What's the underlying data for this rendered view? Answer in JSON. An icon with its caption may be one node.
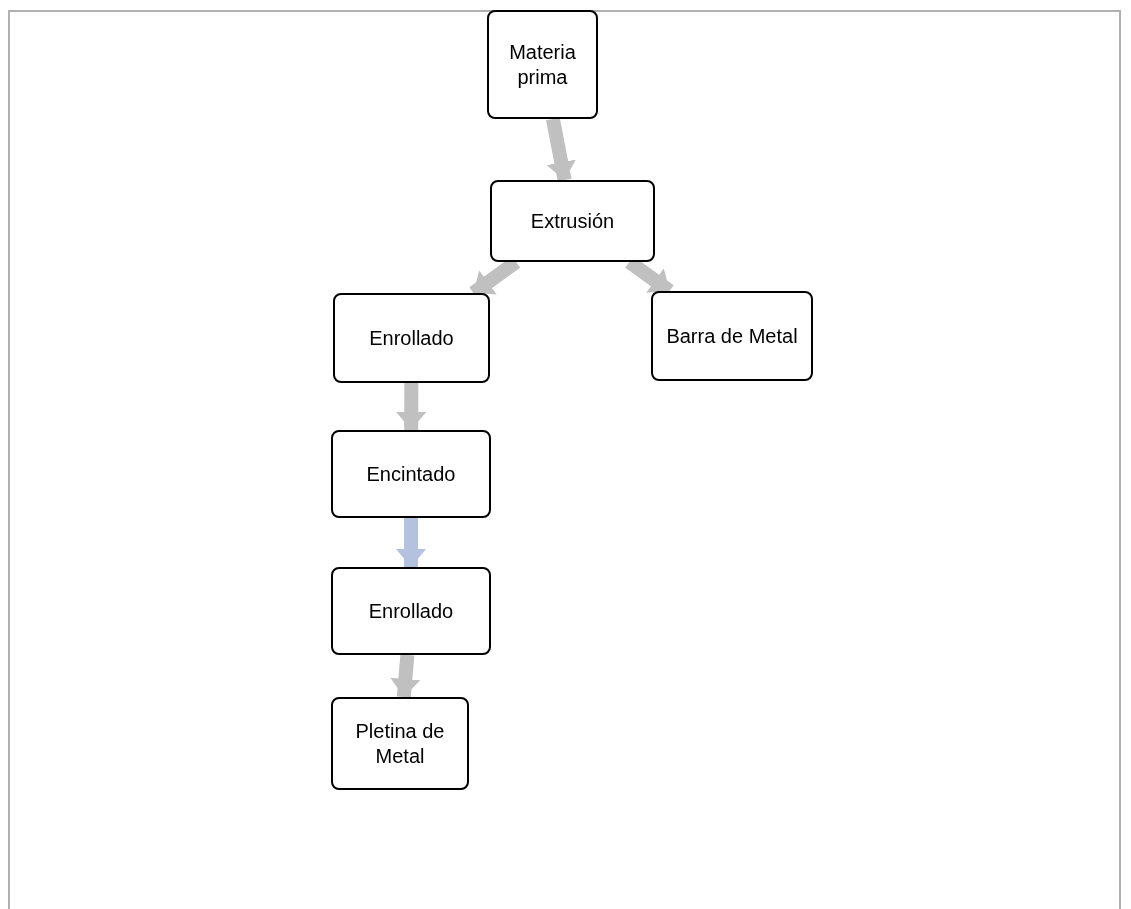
{
  "diagram": {
    "nodes": [
      {
        "text": [
          "Materia prima"
        ]
      },
      {
        "text": [
          "Extrusión"
        ]
      },
      {
        "text": [
          "Enrollado"
        ]
      },
      {
        "text": [
          "Barra de Metal"
        ]
      },
      {
        "text": [
          "Encintado"
        ]
      },
      {
        "text": [
          "Enrollado"
        ]
      },
      {
        "text": [
          "Pletina de Metal"
        ]
      }
    ],
    "edges": [
      {
        "from": 0,
        "to": 1,
        "arrow": "to"
      },
      {
        "from": 1,
        "to": 2,
        "arrow": "to"
      },
      {
        "from": 1,
        "to": 3,
        "arrow": "to"
      },
      {
        "from": 2,
        "to": 4,
        "arrow": "to"
      },
      {
        "from": 4,
        "to": 5,
        "arrow": "to",
        "color": "#b4c2e0"
      },
      {
        "from": 5,
        "to": 6,
        "arrow": "to"
      }
    ]
  }
}
